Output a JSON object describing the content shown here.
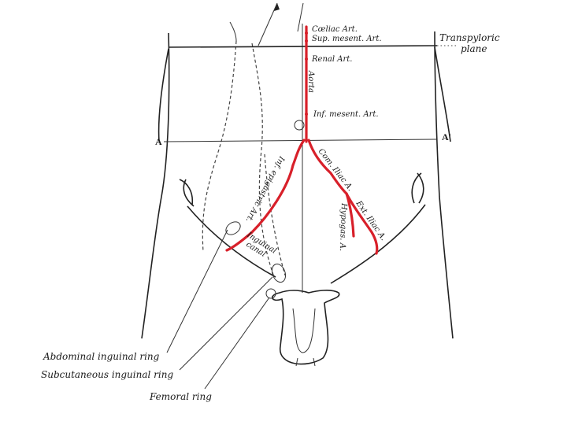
{
  "labels": {
    "coeliac": "Cœliac Art.",
    "sup_mesent": "Sup. mesent. Art.",
    "renal": "Renal Art.",
    "aorta": "Aorta",
    "inf_mesent": "Inf. mesent. Art.",
    "transpyloric_1": "Transpyloric",
    "transpyloric_2": "plane",
    "plane_left": "A",
    "plane_right": "A'",
    "com_iliac": "Com. Iliac A.",
    "ext_iliac": "Ext. Iliac A.",
    "hypogastric": "Hypogas. A.",
    "inf_epigastric": "Inf. epigastric Art.",
    "inguinal_canal_1": "Inguinal",
    "inguinal_canal_2": "canal",
    "abdominal_ring": "Abdominal inguinal ring",
    "subcutaneous_ring": "Subcutaneous inguinal ring",
    "femoral_ring": "Femoral ring"
  },
  "colors": {
    "artery": "#d8202a"
  }
}
